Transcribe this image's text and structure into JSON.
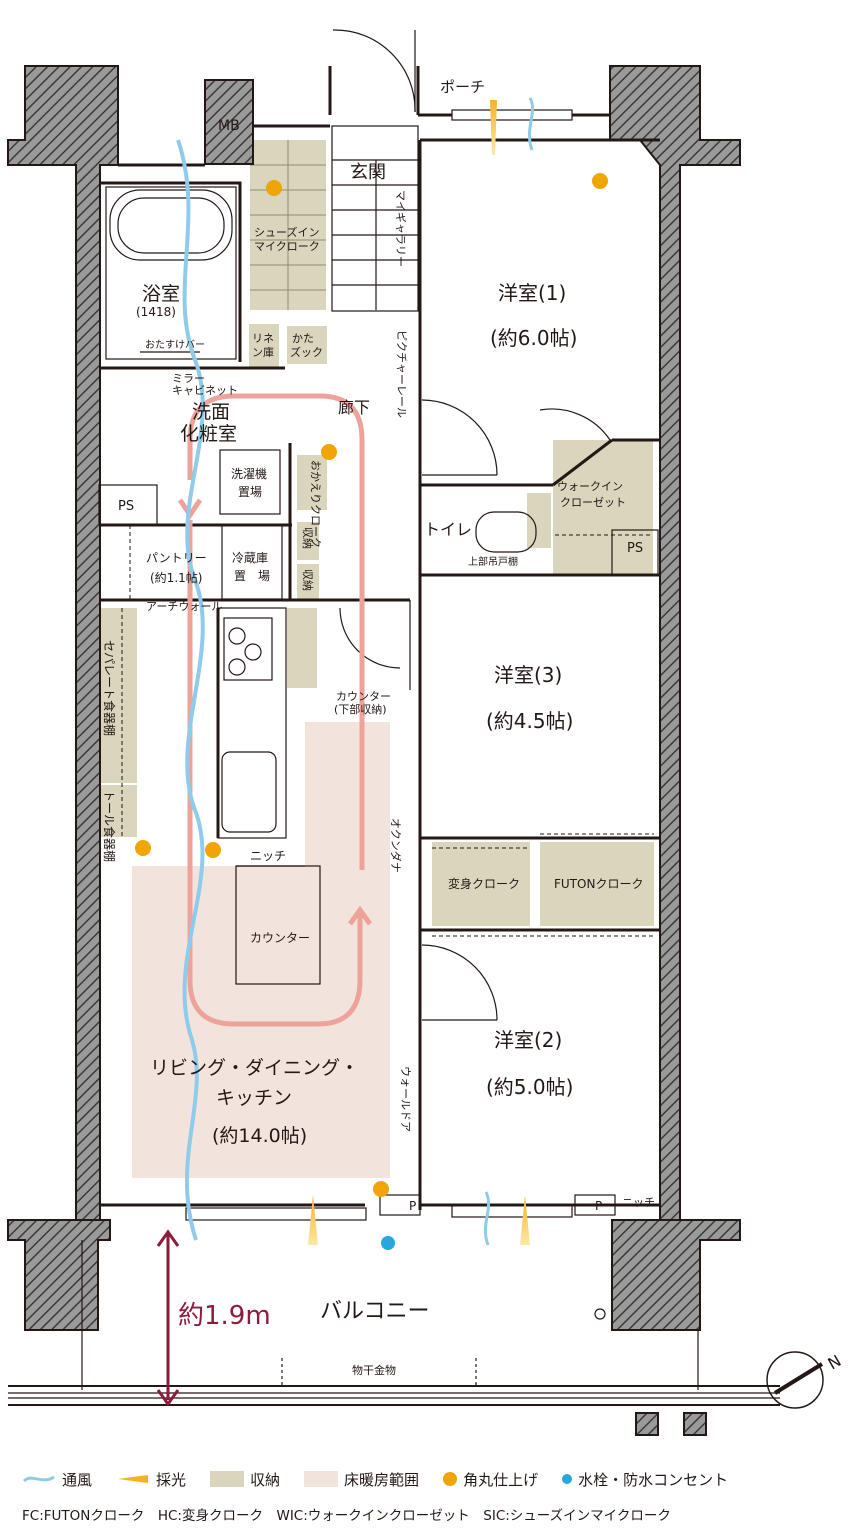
{
  "rooms": {
    "western1": {
      "name": "洋室(1)",
      "size": "(約6.0帖)"
    },
    "western3": {
      "name": "洋室(3)",
      "size": "(約4.5帖)"
    },
    "western2": {
      "name": "洋室(2)",
      "size": "(約5.0帖)"
    },
    "ldk": {
      "line1": "リビング・ダイニング・",
      "line2": "キッチン",
      "size": "(約14.0帖)"
    },
    "bath": {
      "name": "浴室",
      "size": "(1418)"
    },
    "washroom": {
      "line1": "洗面",
      "line2": "化粧室"
    },
    "entrance": "玄関",
    "porch": "ポーチ",
    "corridor": "廊下",
    "toilet": "トイレ",
    "balcony": "バルコニー"
  },
  "labels": {
    "mb": "MB",
    "ps_left": "PS",
    "ps_right": "PS",
    "shoes_l1": "シューズイン",
    "shoes_l2": "マイクローク",
    "my_gallery": "マイギャラリー",
    "picture_rail": "ピクチャーレール",
    "linen_l1": "リネ",
    "linen_l2": "ン庫",
    "kata_l1": "かた",
    "kata_l2": "ズック",
    "otasuke": "おたすけバー",
    "mirror_l1": "ミラー",
    "mirror_l2": "キャビネット",
    "washer_l1": "洗濯機",
    "washer_l2": "置場",
    "okaeri": "おかえりクローク",
    "storage1": "収納",
    "storage2": "収納",
    "wic_l1": "ウォークイン",
    "wic_l2": "クローゼット",
    "upper_cabinet": "上部吊戸棚",
    "pantry_l1": "パントリー",
    "pantry_l2": "(約1.1帖)",
    "fridge_l1": "冷蔵庫",
    "fridge_l2": "置　場",
    "arch_wall": "アーチウォール",
    "separate_shelf": "セパレート食器棚",
    "tall_shelf": "トール食器棚",
    "counter_under_l1": "カウンター",
    "counter_under_l2": "(下部収納)",
    "niche_kitchen": "ニッチ",
    "counter": "カウンター",
    "okundana": "オクンダナ",
    "henshin": "変身クローク",
    "futon": "FUTONクローク",
    "wall_door": "ウォールドア",
    "p1": "P",
    "p2": "P",
    "niche_balcony": "ニッチ",
    "distance": "約1.9m",
    "drying": "物干金物",
    "north": "N"
  },
  "legend": {
    "wind": "通風",
    "light": "採光",
    "storage": "収納",
    "floor_heating": "床暖房範囲",
    "rounded_corner": "角丸仕上げ",
    "faucet": "水栓・防水コンセント"
  },
  "abbreviations": "FC:FUTONクローク　HC:変身クローク　WIC:ウォークインクローゼット　SIC:シューズインマイクローク",
  "colors": {
    "wall": "#4a4a4a",
    "storage": "#d9d6bd",
    "floor_heating": "#f2e3dd",
    "wind": "#8fcbea",
    "light": "#f5b323",
    "rounded_corner": "#f0a500",
    "faucet": "#2aa6de",
    "route": "#eea39a",
    "distance": "#8b1d3c"
  }
}
